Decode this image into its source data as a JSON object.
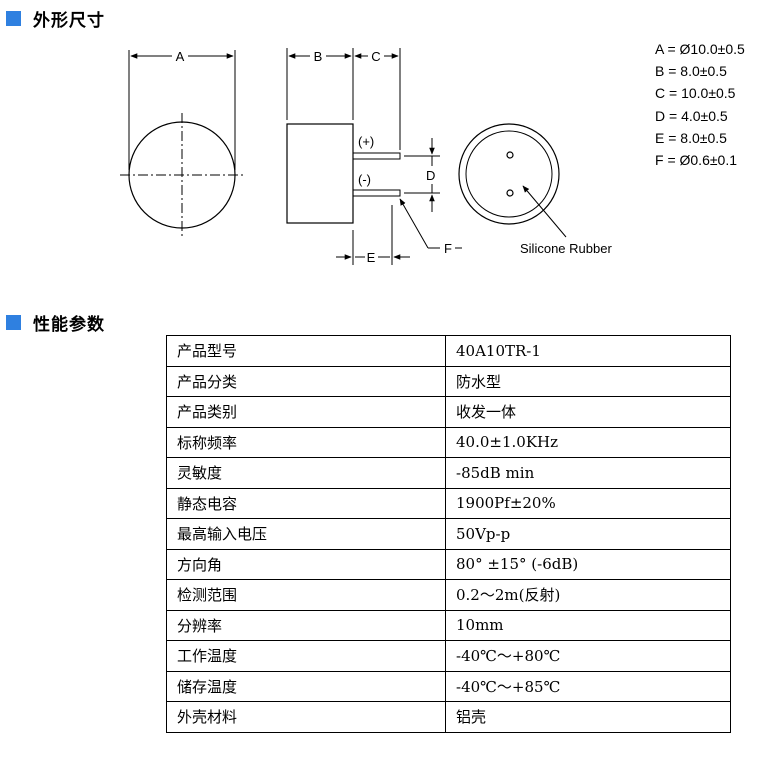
{
  "sections": {
    "dimensions_title": "外形尺寸",
    "performance_title": "性能参数"
  },
  "accent_color": "#2f80e0",
  "drawing": {
    "labels": {
      "a": "A",
      "b": "B",
      "c": "C",
      "d": "D",
      "e": "E",
      "f": "F",
      "plus": "(+)",
      "minus": "(-)",
      "rubber": "Silicone Rubber"
    }
  },
  "specs": [
    "A = Ø10.0±0.5",
    "B = 8.0±0.5",
    "C = 10.0±0.5",
    "D = 4.0±0.5",
    "E = 8.0±0.5",
    "F = Ø0.6±0.1"
  ],
  "params": [
    {
      "name": "产品型号",
      "value": "40A10TR-1"
    },
    {
      "name": "产品分类",
      "value": "防水型"
    },
    {
      "name": "产品类别",
      "value": "收发一体"
    },
    {
      "name": "标称频率",
      "value": "40.0±1.0KHz"
    },
    {
      "name": "灵敏度",
      "value": "-85dB min"
    },
    {
      "name": "静态电容",
      "value": "1900Pf±20%"
    },
    {
      "name": "最高输入电压",
      "value": "50Vp-p"
    },
    {
      "name": "方向角",
      "value": "80° ±15° (-6dB)"
    },
    {
      "name": "检测范围",
      "value": "0.2～2m(反射)"
    },
    {
      "name": "分辨率",
      "value": "10mm"
    },
    {
      "name": "工作温度",
      "value": "-40℃～+80℃"
    },
    {
      "name": "储存温度",
      "value": "-40℃～+85℃"
    },
    {
      "name": "外壳材料",
      "value": "铝壳"
    }
  ]
}
